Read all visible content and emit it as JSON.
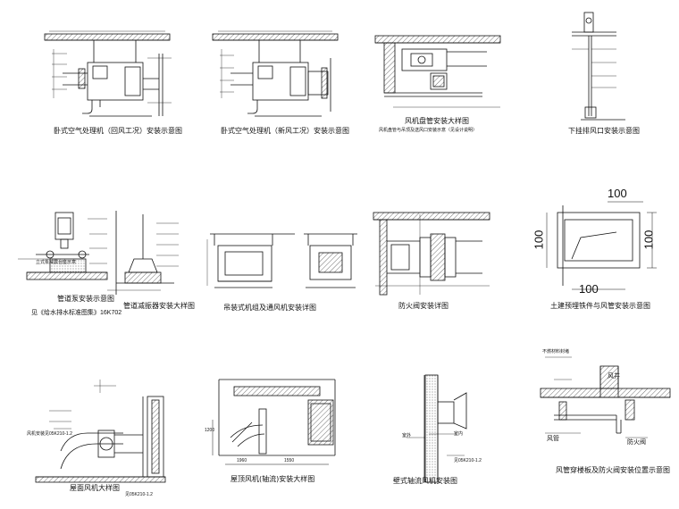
{
  "sheet": {
    "details": [
      {
        "id": "ahu-return-air",
        "caption": "卧式空气处理机（回风工况）安装示意图"
      },
      {
        "id": "ahu-fresh-air",
        "caption": "卧式空气处理机（新风工况）安装示意图"
      },
      {
        "id": "fan-coil",
        "caption": "风机盘管安装大样图",
        "note": "风机盘管与吊顶及送风口安装示意（见设计说明）"
      },
      {
        "id": "hanger-vent",
        "caption": "下挂排风口安装示意图"
      },
      {
        "id": "pump-base",
        "caption": "管道泵安装示意图",
        "base_label": "立式泵减震台座示意",
        "spec_text": "见《给水排水标准图集》16K702"
      },
      {
        "id": "damper-support",
        "caption": "管道减振器安装大样图"
      },
      {
        "id": "ahu-support",
        "caption": "吊装式机组及通风机安装详图"
      },
      {
        "id": "fire-room",
        "caption": "防火阀安装详图"
      },
      {
        "id": "wall-opening",
        "caption": "土建预埋铁件与风管安装示意图",
        "dims": [
          "100",
          "100",
          "100",
          "100"
        ]
      },
      {
        "id": "roof-fan",
        "caption": "屋面风机大样图",
        "spec_text": "风机安装见05K210-1.2",
        "ref_text": "见05K210-1.2"
      },
      {
        "id": "roof-slab",
        "caption": "屋顶风机(轴流)安装大样图",
        "dims": [
          "1960",
          "1550",
          "1200"
        ]
      },
      {
        "id": "wall-fan",
        "caption": "壁式轴流风机安装图",
        "label_out": "室外",
        "label_in": "室内",
        "spec_text": "见05K210-1.2"
      },
      {
        "id": "shaft-section",
        "caption": "风管穿楼板及防火阀安装位置示意图",
        "label_shaft": "风井",
        "label_duct": "风管",
        "label_valve": "防火阀",
        "label_top": "不燃材料封堵"
      }
    ]
  }
}
